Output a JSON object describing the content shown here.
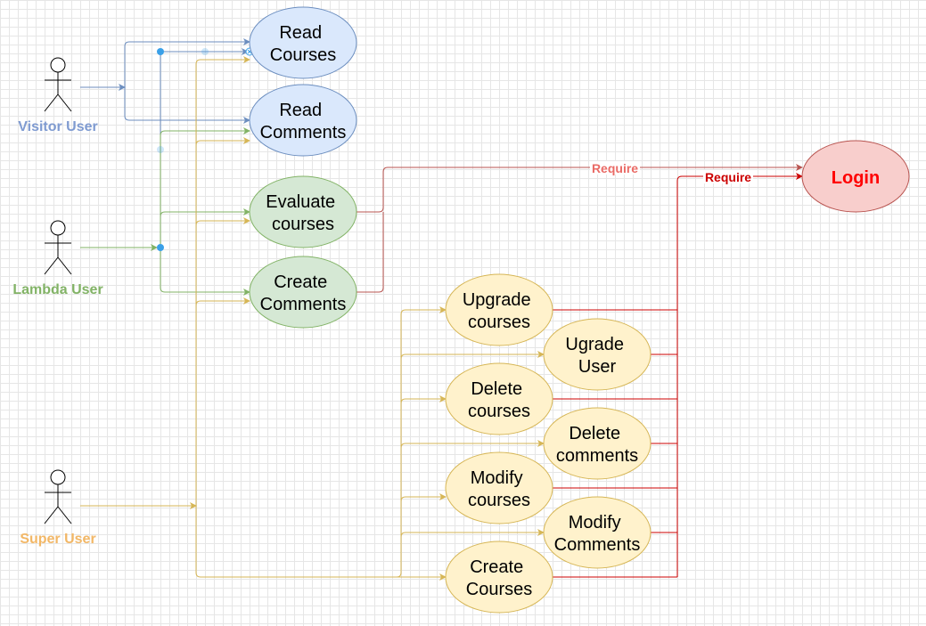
{
  "actors": {
    "visitor": {
      "label": "Visitor User",
      "color": "#7f9bd1"
    },
    "lambda": {
      "label": "Lambda User",
      "color": "#82b366"
    },
    "super": {
      "label": "Super User",
      "color": "#f2b766"
    }
  },
  "use_cases": {
    "read_courses": {
      "line1": "Read",
      "line2": "Courses"
    },
    "read_comments": {
      "line1": "Read",
      "line2": "Comments"
    },
    "evaluate_courses": {
      "line1": "Evaluate",
      "line2": "courses"
    },
    "create_comments": {
      "line1": "Create",
      "line2": "Comments"
    },
    "upgrade_courses": {
      "line1": "Upgrade",
      "line2": "courses"
    },
    "upgrade_user": {
      "line1": "Ugrade",
      "line2": "User"
    },
    "delete_courses": {
      "line1": "Delete",
      "line2": "courses"
    },
    "delete_comments": {
      "line1": "Delete",
      "line2": "comments"
    },
    "modify_courses": {
      "line1": "Modify",
      "line2": "courses"
    },
    "modify_comments": {
      "line1": "Modify",
      "line2": "Comments"
    },
    "create_courses": {
      "line1": "Create",
      "line2": "Courses"
    },
    "login": {
      "label": "Login",
      "color": "#ff0000"
    }
  },
  "edge_labels": {
    "require_1": "Require",
    "require_2": "Require"
  },
  "colors": {
    "visitor_line": "#6c8ebf",
    "lambda_line": "#82b366",
    "super_line": "#d6b656",
    "require_line_1": "#b85450",
    "require_line_2": "#cc0000",
    "blue_fill": "#dae8fc",
    "green_fill": "#d5e8d4",
    "yellow_fill": "#fff2cc",
    "red_fill": "#f8cecc"
  }
}
